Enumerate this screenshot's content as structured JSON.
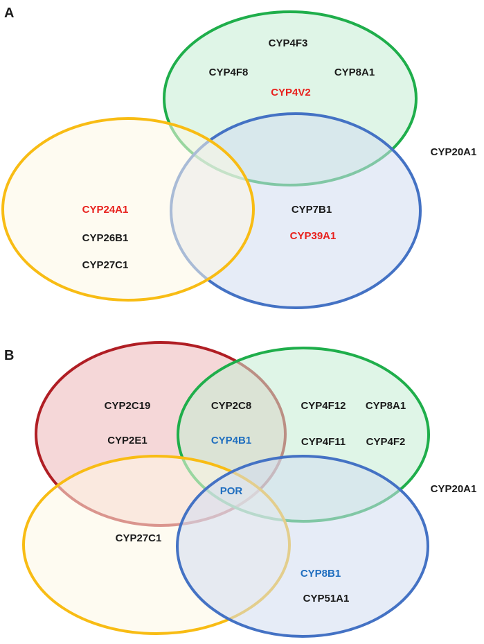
{
  "colors": {
    "black": "#1a1a1a",
    "red_text": "#e8211d",
    "blue_text": "#1f6ebf",
    "green_stroke": "#1fae4b",
    "green_fill": "#c4ecd4",
    "blue_stroke": "#4472c4",
    "blue_fill": "#d2dcf1",
    "yellow_stroke": "#f8bc14",
    "yellow_fill": "#fdf8e6",
    "red_stroke": "#b01e24",
    "red_fill": "#ecb6b8"
  },
  "panel_a": {
    "letter": "A",
    "sets": [
      {
        "id": "green",
        "color_key": "green"
      },
      {
        "id": "blue",
        "color_key": "blue"
      },
      {
        "id": "yellow",
        "color_key": "yellow"
      }
    ],
    "labels": [
      {
        "text": "CYP4F3",
        "color": "black"
      },
      {
        "text": "CYP4F8",
        "color": "black"
      },
      {
        "text": "CYP8A1",
        "color": "black"
      },
      {
        "text": "CYP4V2",
        "color": "red"
      },
      {
        "text": "CYP20A1",
        "color": "black"
      },
      {
        "text": "CYP24A1",
        "color": "red"
      },
      {
        "text": "CYP26B1",
        "color": "black"
      },
      {
        "text": "CYP27C1",
        "color": "black"
      },
      {
        "text": "CYP7B1",
        "color": "black"
      },
      {
        "text": "CYP39A1",
        "color": "red"
      }
    ]
  },
  "panel_b": {
    "letter": "B",
    "sets": [
      {
        "id": "red",
        "color_key": "red"
      },
      {
        "id": "green",
        "color_key": "green"
      },
      {
        "id": "yellow",
        "color_key": "yellow"
      },
      {
        "id": "blue",
        "color_key": "blue"
      }
    ],
    "labels": [
      {
        "text": "CYP2C19",
        "color": "black"
      },
      {
        "text": "CYP2C8",
        "color": "black"
      },
      {
        "text": "CYP4F12",
        "color": "black"
      },
      {
        "text": "CYP8A1",
        "color": "black"
      },
      {
        "text": "CYP2E1",
        "color": "black"
      },
      {
        "text": "CYP4B1",
        "color": "blue"
      },
      {
        "text": "CYP4F11",
        "color": "black"
      },
      {
        "text": "CYP4F2",
        "color": "black"
      },
      {
        "text": "POR",
        "color": "blue"
      },
      {
        "text": "CYP20A1",
        "color": "black"
      },
      {
        "text": "CYP27C1",
        "color": "black"
      },
      {
        "text": "CYP8B1",
        "color": "blue"
      },
      {
        "text": "CYP51A1",
        "color": "black"
      }
    ]
  }
}
